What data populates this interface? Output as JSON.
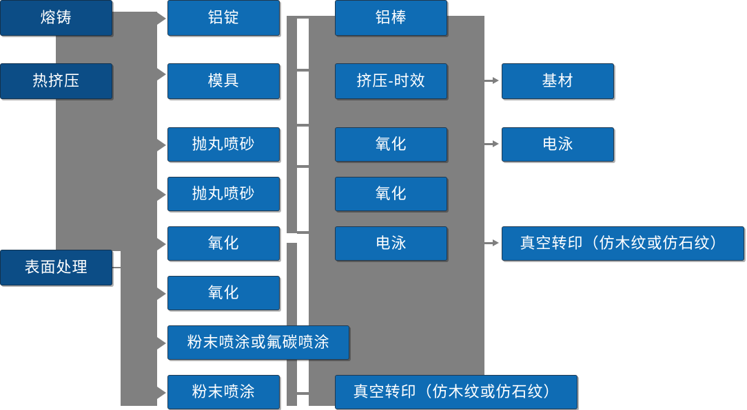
{
  "diagram": {
    "title_colors": {
      "stage_color": "#0c4d86",
      "node_color": "#0f6cb4",
      "connector_color": "#808080",
      "background": "#ffffff"
    },
    "stages": [
      {
        "id": "stage-melt-cast",
        "label": "熔铸"
      },
      {
        "id": "stage-hot-extrusion",
        "label": "热挤压"
      },
      {
        "id": "stage-surface-treat",
        "label": "表面处理"
      }
    ],
    "column2": [
      {
        "id": "aluminum-ingot",
        "label": "铝锭"
      },
      {
        "id": "mold",
        "label": "模具"
      },
      {
        "id": "shot-blast-1",
        "label": "抛丸喷砂"
      },
      {
        "id": "shot-blast-2",
        "label": "抛丸喷砂"
      },
      {
        "id": "oxidation-1",
        "label": "氧化"
      },
      {
        "id": "oxidation-2",
        "label": "氧化"
      },
      {
        "id": "powder-or-fluorocarbon",
        "label": "粉末喷涂或氟碳喷涂"
      },
      {
        "id": "powder-coating",
        "label": "粉末喷涂"
      }
    ],
    "column3": [
      {
        "id": "aluminum-bar",
        "label": "铝棒"
      },
      {
        "id": "extrusion-aging",
        "label": "挤压-时效"
      },
      {
        "id": "oxidation-3",
        "label": "氧化"
      },
      {
        "id": "oxidation-4",
        "label": "氧化"
      },
      {
        "id": "electrophoresis-1",
        "label": "电泳"
      },
      {
        "id": "vacuum-transfer-bottom",
        "label": "真空转印（仿木纹或仿石纹）"
      }
    ],
    "column4": [
      {
        "id": "base-material",
        "label": "基材"
      },
      {
        "id": "electrophoresis-2",
        "label": "电泳"
      },
      {
        "id": "vacuum-transfer-right",
        "label": "真空转印（仿木纹或仿石纹）"
      }
    ]
  }
}
